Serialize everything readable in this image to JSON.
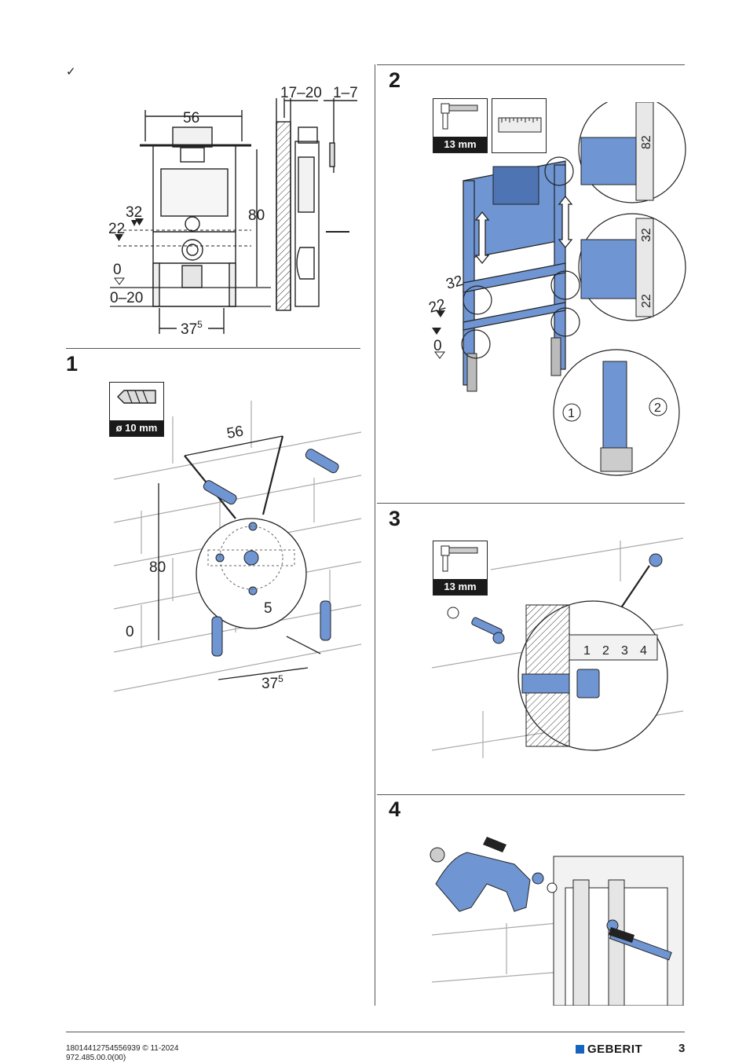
{
  "header": {
    "check_mark": "✓"
  },
  "overview": {
    "dim_width": "56",
    "dim_depth": "17–20",
    "dim_side": "1–7",
    "dim_height": "80",
    "mark_32": "32",
    "mark_22": "22",
    "mark_0": "0",
    "mark_0_20": "0–20",
    "dim_bottom_base": "37",
    "dim_bottom_sup": "5"
  },
  "steps": [
    {
      "number": "1",
      "tool_label": "ø 10 mm",
      "dim_top": "56",
      "dim_height": "80",
      "dim_gap": "5",
      "dim_zero": "0",
      "dim_bottom_base": "37",
      "dim_bottom_sup": "5"
    },
    {
      "number": "2",
      "tool_label": "13 mm",
      "mark_32": "32",
      "mark_22": "22",
      "mark_0": "0",
      "ruler_82": "82",
      "ruler_32": "32",
      "ruler_22": "22",
      "callout_1": "1",
      "callout_2": "2"
    },
    {
      "number": "3",
      "tool_label": "13 mm",
      "ruler_ticks": [
        "1",
        "2",
        "3",
        "4"
      ]
    },
    {
      "number": "4"
    }
  ],
  "footer": {
    "doc_id": "18014412754556939 © 11-2024",
    "doc_ref": "972.485.00.0(00)",
    "brand": "GEBERIT",
    "page": "3"
  },
  "colors": {
    "accent_blue": "#6f95d3",
    "brand_blue": "#1565c0",
    "line": "#222222"
  }
}
